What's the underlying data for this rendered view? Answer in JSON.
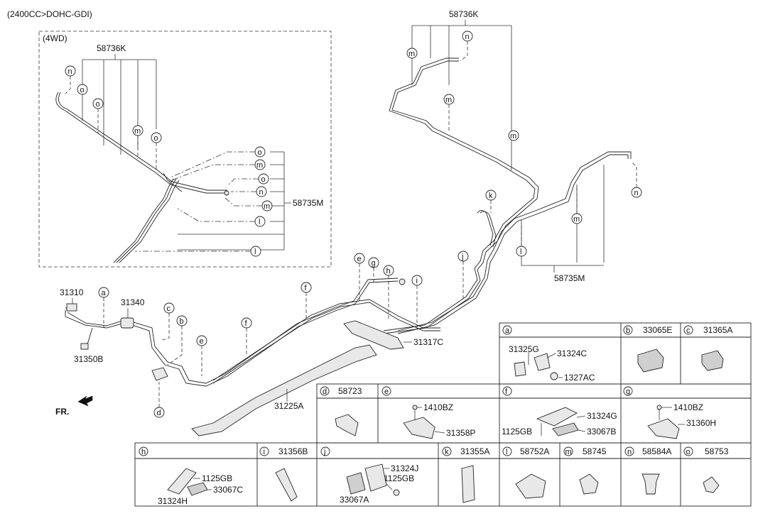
{
  "header": {
    "engine": "(2400CC>DOHC-GDI)"
  },
  "inset": {
    "label": "(4WD)",
    "part_top": "58736K",
    "part_right": "58735M"
  },
  "main_labels": {
    "top_right": "58736K",
    "right_bottom": "58735M",
    "p31310": "31310",
    "p31340": "31340",
    "p31350b": "31350B",
    "p31317c": "31317C",
    "p31225a": "31225A",
    "fr": "FR."
  },
  "callout_letters": {
    "a": "a",
    "b": "b",
    "c": "c",
    "d": "d",
    "e": "e",
    "f": "f",
    "g": "g",
    "h": "h",
    "i": "i",
    "j": "j",
    "k": "k",
    "l": "l",
    "m": "m",
    "n": "n",
    "o": "o"
  },
  "parts_table": {
    "a": {
      "letter": "a",
      "parts": [
        "31325G",
        "31324C",
        "1327AC"
      ]
    },
    "b": {
      "letter": "b",
      "part": "33065E"
    },
    "c": {
      "letter": "c",
      "part": "31365A"
    },
    "d": {
      "letter": "d",
      "part": "58723"
    },
    "e": {
      "letter": "e",
      "parts": [
        "1410BZ",
        "31358P"
      ]
    },
    "f": {
      "letter": "f",
      "parts": [
        "31324G",
        "1125GB",
        "33067B"
      ]
    },
    "g": {
      "letter": "g",
      "parts": [
        "1410BZ",
        "31360H"
      ]
    },
    "h": {
      "letter": "h",
      "parts": [
        "1125GB",
        "33067C",
        "31324H"
      ]
    },
    "i": {
      "letter": "i",
      "part": "31356B"
    },
    "j": {
      "letter": "j",
      "parts": [
        "31324J",
        "1125GB",
        "33067A"
      ]
    },
    "k": {
      "letter": "k",
      "part": "31355A"
    },
    "l": {
      "letter": "l",
      "part": "58752A"
    },
    "m": {
      "letter": "m",
      "part": "58745"
    },
    "n": {
      "letter": "n",
      "part": "58584A"
    },
    "o": {
      "letter": "o",
      "part": "58753"
    }
  }
}
